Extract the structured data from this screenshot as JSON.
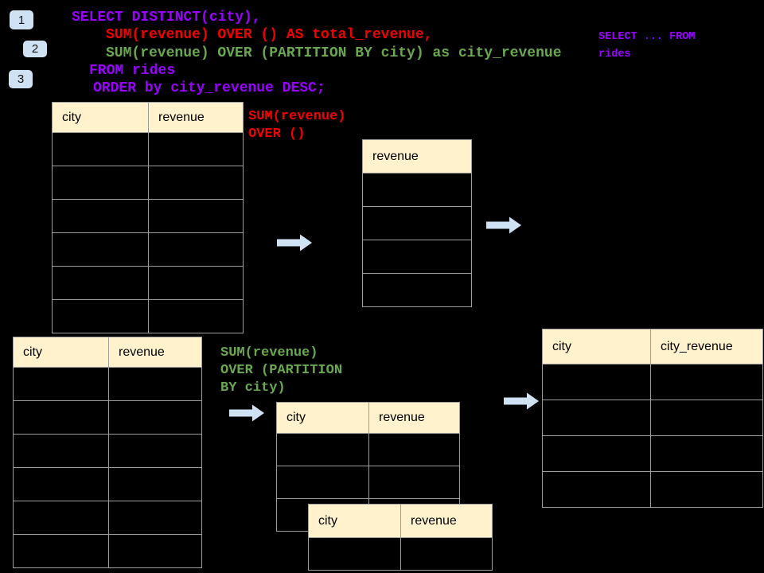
{
  "colors": {
    "background": "#000000",
    "sql_purple": "#9900ff",
    "sql_red": "#f10000",
    "sql_green": "#6aa84f",
    "table_header_bg": "#fff2cc",
    "table_border": "#9e9e9e",
    "arrow_fill": "#cfe2f3",
    "badge_bg": "#cfe2f3"
  },
  "step_badges": [
    {
      "label": "1"
    },
    {
      "label": "2"
    },
    {
      "label": "3"
    }
  ],
  "sql_code": {
    "line1": "SELECT DISTINCT(city),",
    "line2": "SUM(revenue) OVER () AS total_revenue,",
    "line3": "SUM(revenue) OVER (PARTITION BY city) as city_revenue",
    "line4": "FROM rides",
    "line5": "ORDER by city_revenue DESC;"
  },
  "corner_note": {
    "line1": "SELECT ... FROM",
    "line2": "rides"
  },
  "annotations": {
    "total_revenue": {
      "line1": "SUM(revenue)",
      "line2": "OVER ()"
    },
    "partition": {
      "line1": "SUM(revenue)",
      "line2": "OVER (PARTITION",
      "line3": "BY city)"
    }
  },
  "tables": {
    "source_top": {
      "headers": [
        "city",
        "revenue"
      ],
      "row_count": 6
    },
    "total_revenue": {
      "headers": [
        "revenue"
      ],
      "row_count": 4
    },
    "source_bottom": {
      "headers": [
        "city",
        "revenue"
      ],
      "row_count": 6
    },
    "partition_input": {
      "headers": [
        "city",
        "revenue"
      ],
      "row_count": 3
    },
    "partition_overlay": {
      "headers": [
        "city",
        "revenue"
      ],
      "row_count": 1
    },
    "result": {
      "headers": [
        "city",
        "city_revenue"
      ],
      "row_count": 4
    }
  }
}
